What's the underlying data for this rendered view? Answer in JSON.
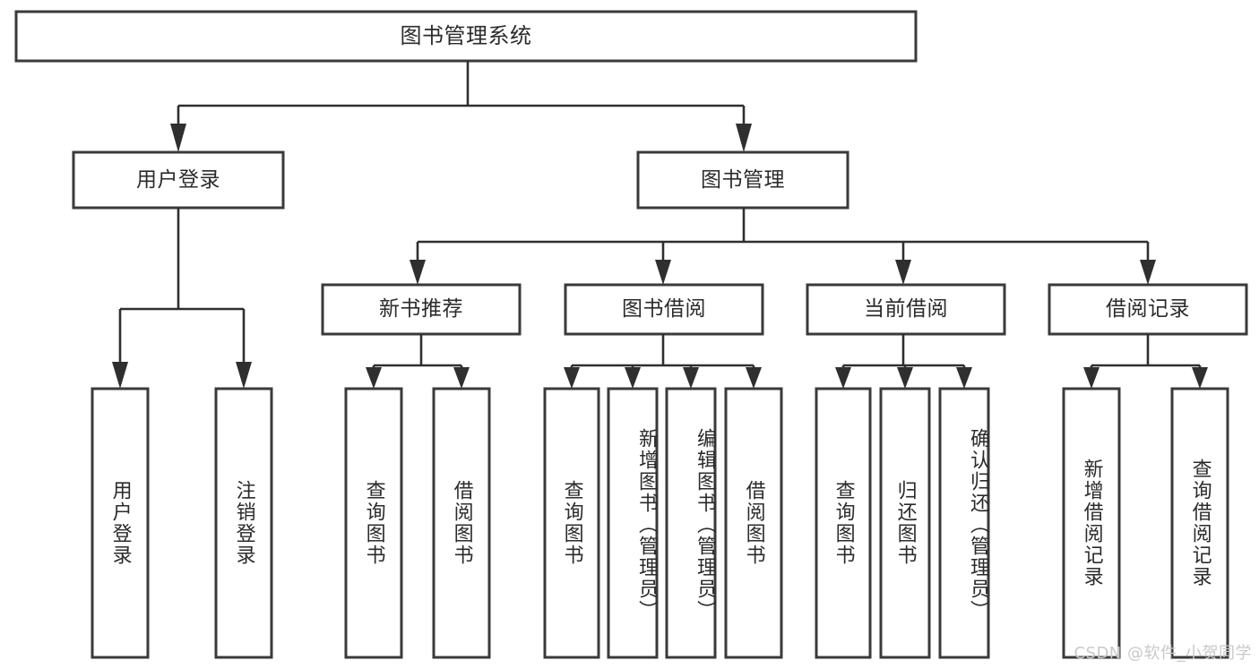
{
  "diagram": {
    "title": "图书管理系统",
    "watermark": "CSDN @软件_小贺同学",
    "colors": {
      "box_stroke": "#3a3a3a",
      "connector": "#2f2f2f",
      "box_fill": "#ffffff",
      "text": "#2b2b2b",
      "watermark": "#c9c9c9",
      "background": "#ffffff"
    },
    "root": {
      "label": "图书管理系统",
      "children": [
        {
          "label": "用户登录",
          "children": [
            {
              "label": "用户登录"
            },
            {
              "label": "注销登录"
            }
          ]
        },
        {
          "label": "图书管理",
          "children": [
            {
              "label": "新书推荐",
              "children": [
                {
                  "label": "查询图书"
                },
                {
                  "label": "借阅图书"
                }
              ]
            },
            {
              "label": "图书借阅",
              "children": [
                {
                  "label": "查询图书"
                },
                {
                  "label": "新增图书（管理员）"
                },
                {
                  "label": "编辑图书（管理员）"
                },
                {
                  "label": "借阅图书"
                }
              ]
            },
            {
              "label": "当前借阅",
              "children": [
                {
                  "label": "查询图书"
                },
                {
                  "label": "归还图书"
                },
                {
                  "label": "确认归还（管理员）"
                }
              ]
            },
            {
              "label": "借阅记录",
              "children": [
                {
                  "label": "新增借阅记录"
                },
                {
                  "label": "查询借阅记录"
                }
              ]
            }
          ]
        }
      ]
    },
    "nodes": {
      "root": "图书管理系统",
      "user_login": "用户登录",
      "book_manage": "图书管理",
      "new_book_rec": "新书推荐",
      "book_borrow": "图书借阅",
      "current_borrow": "当前借阅",
      "borrow_record": "借阅记录",
      "leaf_user_login": "用户登录",
      "leaf_logout": "注销登录",
      "leaf_rec_query": "查询图书",
      "leaf_rec_borrow": "借阅图书",
      "leaf_borrow_query": "查询图书",
      "leaf_borrow_add": "新增图书（管理员）",
      "leaf_borrow_edit": "编辑图书（管理员）",
      "leaf_borrow_do": "借阅图书",
      "leaf_cur_query": "查询图书",
      "leaf_cur_return": "归还图书",
      "leaf_cur_confirm": "确认归还（管理员）",
      "leaf_rec_add": "新增借阅记录",
      "leaf_rec_search": "查询借阅记录"
    }
  }
}
